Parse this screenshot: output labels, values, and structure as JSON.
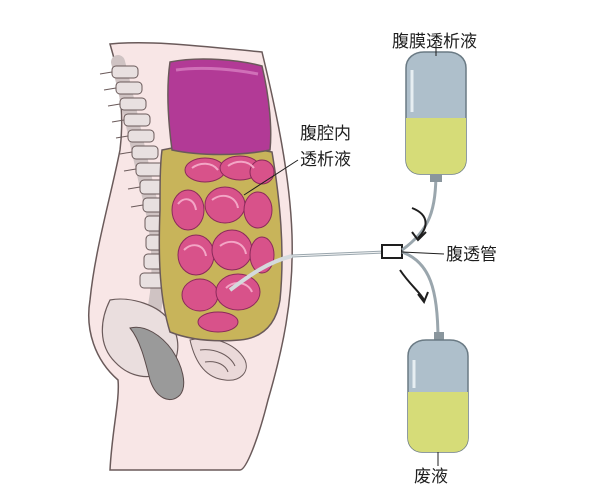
{
  "labels": {
    "dialysate_bag": "腹膜透析液",
    "peritoneal_fluid_line1": "腹腔内",
    "peritoneal_fluid_line2": "透析液",
    "catheter": "腹透管",
    "waste_bag": "废液"
  },
  "colors": {
    "body_skin": "#f8e6e6",
    "outline": "#6a5a5a",
    "bladder_purple": "#b23a96",
    "intestine_pink": "#d8528a",
    "peritoneal_fluid": "#c8b45a",
    "bag_body": "#aebfcb",
    "bag_fluid": "#d6dc78",
    "tube": "#9aa6ad",
    "spine": "#d9d2d2"
  },
  "icons": {
    "flow_in": "arrow-down-icon",
    "flow_out": "arrow-down-icon"
  }
}
